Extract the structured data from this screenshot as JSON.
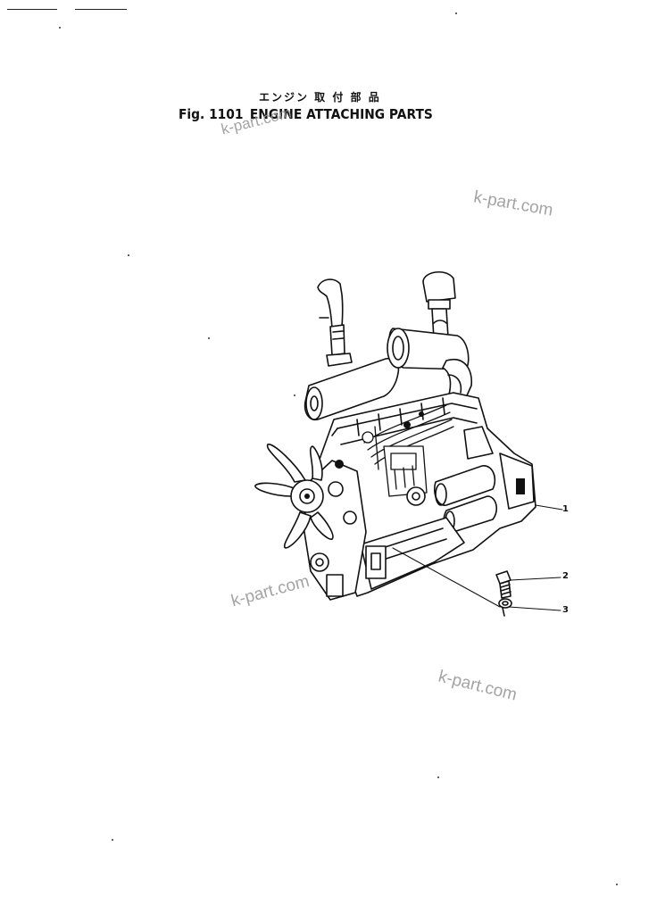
{
  "title": {
    "japanese": "エンジン 取 付 部 品",
    "figure_number": "Fig. 1101",
    "english": "ENGINE ATTACHING PARTS"
  },
  "watermark": {
    "text": "k-part.com",
    "color": "#9a9a9a"
  },
  "callouts": [
    {
      "number": "1",
      "part": "engine-assembly"
    },
    {
      "number": "2",
      "part": "bolt"
    },
    {
      "number": "3",
      "part": "washer"
    }
  ],
  "colors": {
    "line": "#111111",
    "background": "#ffffff"
  }
}
